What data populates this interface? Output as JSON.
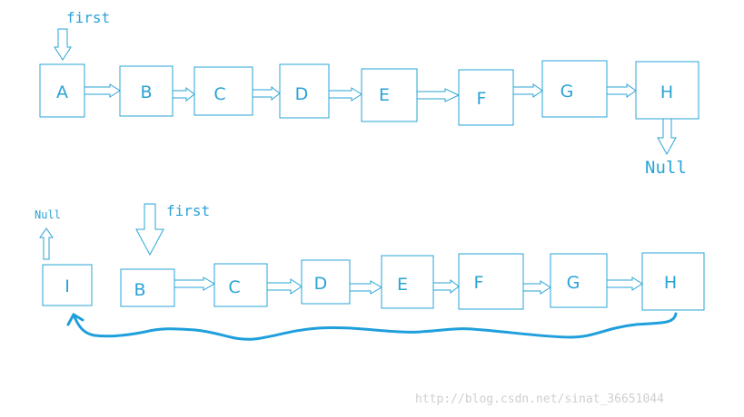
{
  "top": {
    "pointer_label": "first",
    "end_label": "Null",
    "nodes": [
      "A",
      "B",
      "C",
      "D",
      "E",
      "F",
      "G",
      "H"
    ]
  },
  "bottom": {
    "pointer_label": "first",
    "end_label": "Null",
    "isolated_node": "I",
    "nodes": [
      "B",
      "C",
      "D",
      "E",
      "F",
      "G",
      "H"
    ]
  },
  "watermark": "http://blog.csdn.net/sinat_36651044",
  "colors": {
    "accent": "#2aa3d6",
    "curve": "#1f9fdc",
    "watermark": "#cfcfcf"
  }
}
